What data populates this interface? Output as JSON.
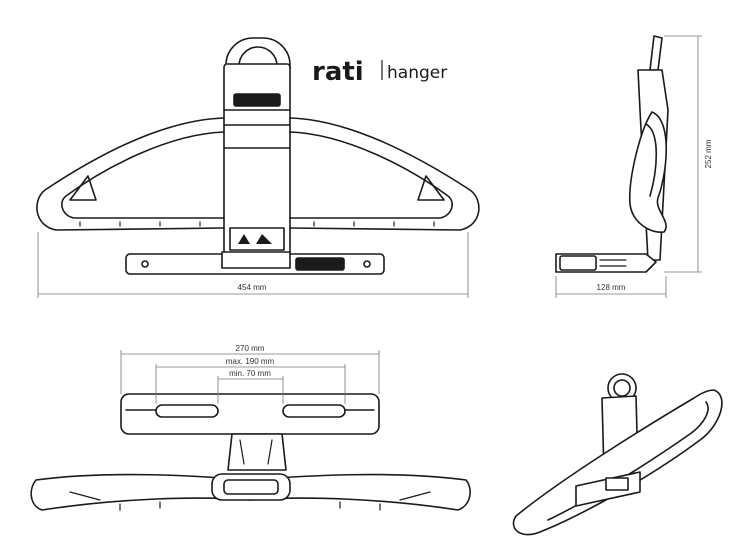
{
  "brand": {
    "logo_text": "rati",
    "product": "hanger"
  },
  "front_view": {
    "width_label": "454 mm"
  },
  "side_view": {
    "height_label": "252 mm",
    "depth_label": "128 mm"
  },
  "bottom_view": {
    "total_label": "270 mm",
    "max_label": "max. 190 mm",
    "min_label": "min. 70 mm"
  },
  "colors": {
    "line": "#1a1a1a",
    "dim_line": "#777777",
    "fill": "#ffffff"
  }
}
